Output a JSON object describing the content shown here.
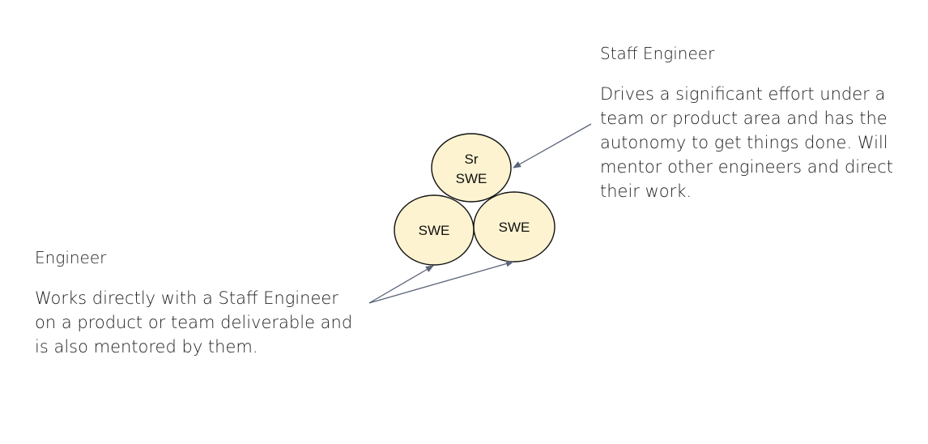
{
  "staff": {
    "title": "Staff Engineer",
    "description": "Drives a significant effort under a team or product area and has the autonomy to get things done.  Will mentor other engineers and direct their work."
  },
  "engineer": {
    "title": "Engineer",
    "description": "Works directly with a Staff Engineer on a product or team deliverable and is also mentored by them."
  },
  "nodes": {
    "senior": {
      "line1": "Sr",
      "line2": "SWE"
    },
    "swe_left": "SWE",
    "swe_right": "SWE"
  },
  "colors": {
    "node_fill": "#fdf3d0",
    "arrow": "#5a6478"
  }
}
